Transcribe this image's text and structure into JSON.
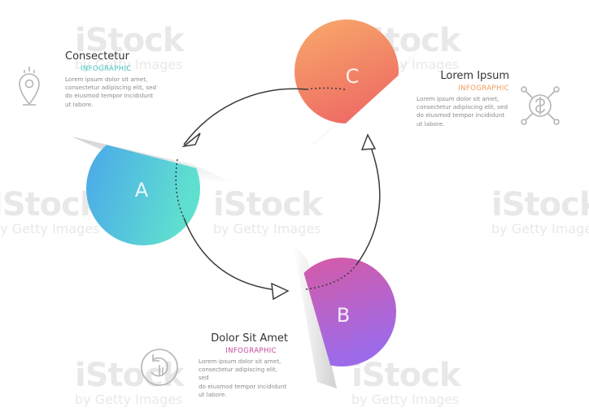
{
  "circles": [
    {
      "letter": "A",
      "gradient": [
        "#4aa6ea",
        "#5fe0cf"
      ]
    },
    {
      "letter": "B",
      "gradient": [
        "#d85aa3",
        "#9d6bea"
      ]
    },
    {
      "letter": "C",
      "gradient": [
        "#f7a66a",
        "#ee6a64"
      ]
    }
  ],
  "blocks": [
    {
      "title": "Consectetur",
      "subtitle": "INFOGRAPHIC",
      "subtitle_color": "#43c7c3",
      "text": "Lorem ipsum dolor sit amet,\nconsectetur adipiscing elit, sed\ndo eiusmod tempor incididunt\nut labore.",
      "icon": "location-pin-icon"
    },
    {
      "title": "Lorem Ipsum",
      "subtitle": "INFOGRAPHIC",
      "subtitle_color": "#f29a5a",
      "text": "Lorem ipsum dolor sit amet,\nconsectetur adipiscing elit, sed\ndo eiusmod tempor incididunt\nut labore.",
      "icon": "dollar-network-icon"
    },
    {
      "title": "Dolor Sit Amet",
      "subtitle": "INFOGRAPHIC",
      "subtitle_color": "#c04a9c",
      "text": "Lorem ipsum dolor sit amet,\nconsectetur adipiscing elit, sed\ndo eiusmod tempor incididunt\nut labore.",
      "icon": "refresh-hand-icon"
    }
  ],
  "watermark": {
    "brand": "iStock",
    "credit": "by Getty Images"
  },
  "colors": {
    "arrow": "#3a3a3a",
    "icon": "#b5b5b5"
  }
}
